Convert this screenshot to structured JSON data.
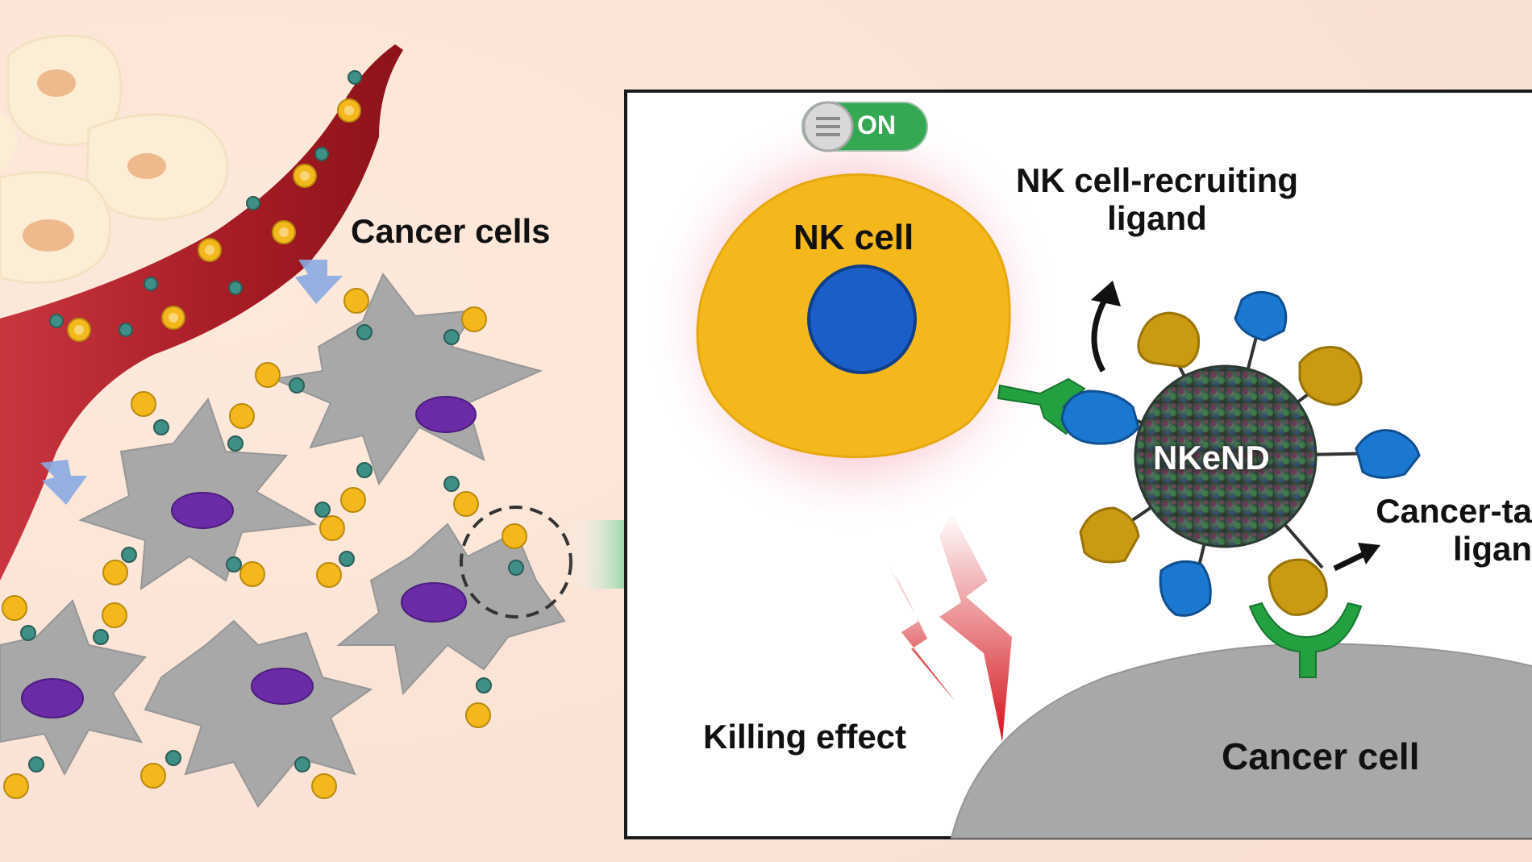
{
  "labels": {
    "cancer_cells": "Cancer cells",
    "nk_cell": "NK cell",
    "nk_recruiting_ligand": [
      "NK cell-recruiting",
      "ligand"
    ],
    "nkend": "NKeND",
    "cancer_targeting_ligand": [
      "Cancer-ta",
      "ligan"
    ],
    "killing_effect": "Killing effect",
    "cancer_cell": "Cancer cell",
    "switch": "ON"
  },
  "colors": {
    "background": "#fbe6da",
    "vessel": "#b3242c",
    "nk_cell": "#f5b81c",
    "nk_nucleus": "#1a5fc8",
    "cancer_cell": "#a8a8a8",
    "cancer_nucleus": "#6b2aa6",
    "nk_ligand": "#1b78d0",
    "cancer_ligand": "#c99a12",
    "receptor": "#23a141",
    "arrow": "#1e8e3e",
    "lightning": "#d4131a",
    "switch": "#34a853"
  }
}
